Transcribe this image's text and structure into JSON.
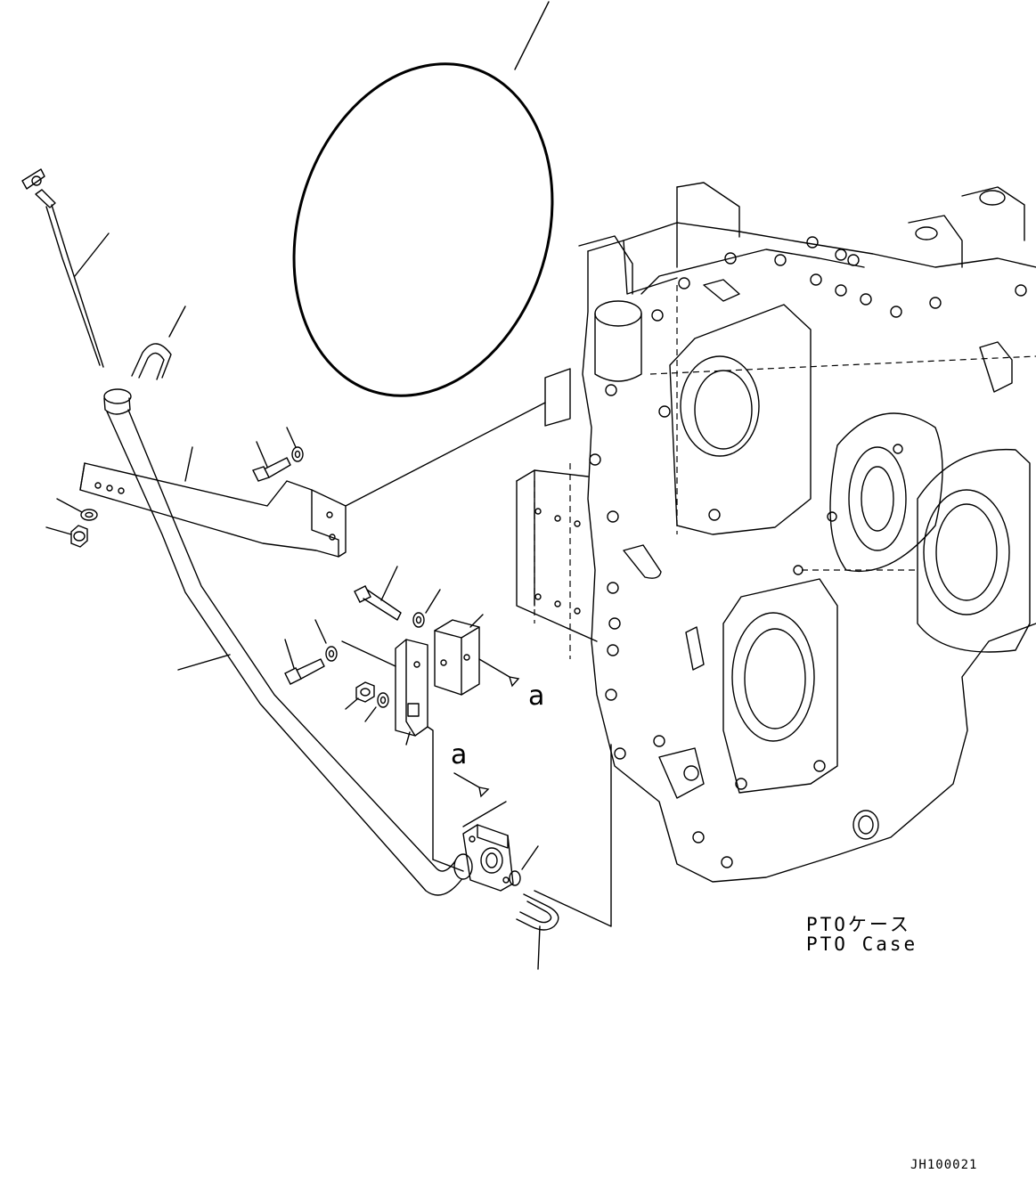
{
  "labels": {
    "case_jp": "PTOケース",
    "case_en": "PTO Case",
    "view_a_1": "a",
    "view_a_2": "a",
    "drawing_id": "JH100021"
  },
  "colors": {
    "line": "#000000",
    "background": "#ffffff"
  }
}
